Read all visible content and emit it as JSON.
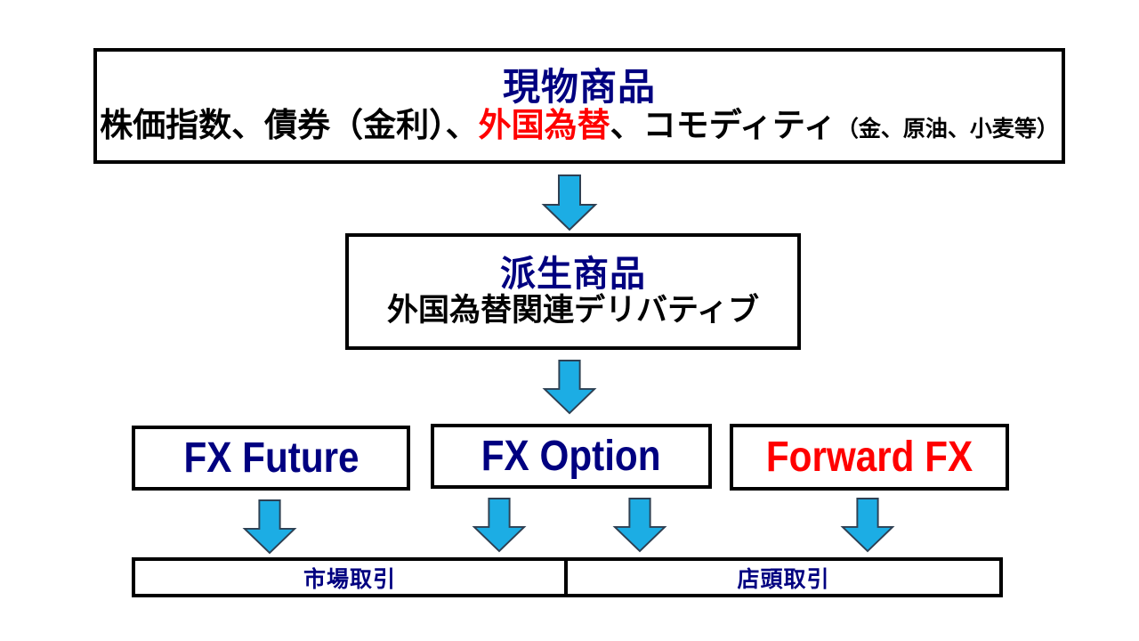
{
  "diagram": {
    "title": "FX derivatives product hierarchy",
    "colors": {
      "navy": "#000080",
      "red": "#FF0000",
      "arrow_fill": "#1CADE4",
      "arrow_stroke": "#2E4053",
      "border": "#000000",
      "background": "#FFFFFF"
    }
  },
  "spot": {
    "title": "現物商品",
    "line2_part1": "株価指数、債券（金利）、",
    "line2_highlight": "外国為替",
    "line2_part3": "、コモディティ",
    "line2_small": "（金、原油、小麦等）"
  },
  "derivative": {
    "title": "派生商品",
    "subtitle": "外国為替関連デリバティブ"
  },
  "products": [
    {
      "label": "FX Future",
      "color": "navy"
    },
    {
      "label": "FX Option",
      "color": "navy"
    },
    {
      "label": "Forward FX",
      "color": "red"
    }
  ],
  "venues": [
    {
      "label": "市場取引"
    },
    {
      "label": "店頭取引"
    }
  ],
  "arrows": [
    {
      "name": "arrow-spot-to-derivative"
    },
    {
      "name": "arrow-derivative-to-products"
    },
    {
      "name": "arrow-fxfuture-to-exchange"
    },
    {
      "name": "arrow-fxoption-to-exchange"
    },
    {
      "name": "arrow-fxoption-to-otc"
    },
    {
      "name": "arrow-forwardfx-to-otc"
    }
  ]
}
